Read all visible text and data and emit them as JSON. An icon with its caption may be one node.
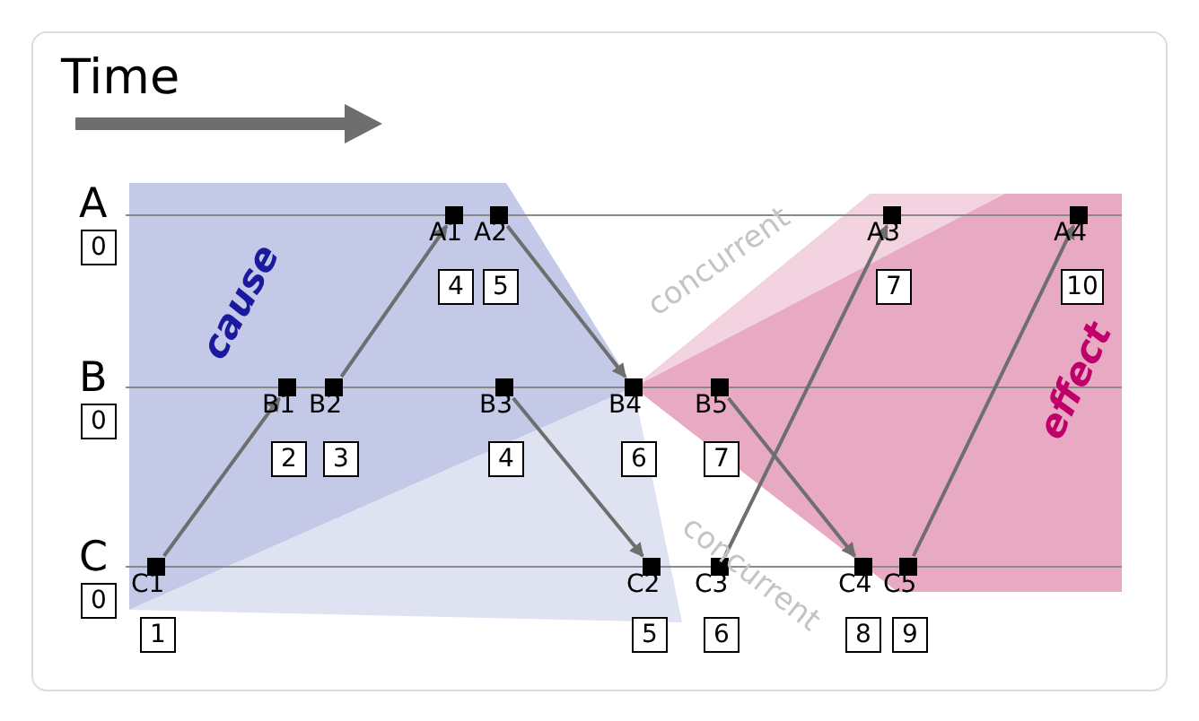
{
  "diagram": {
    "nodes": [
      {
        "text": [
          "0"
        ]
      },
      {
        "text": [
          "0"
        ]
      },
      {
        "text": [
          "0"
        ]
      },
      {
        "text": [],
        "shape": "box",
        "beside": [
          "A1"
        ]
      },
      {
        "text": [],
        "shape": "box",
        "beside": [
          "A2"
        ]
      },
      {
        "text": [],
        "shape": "box",
        "beside": [
          "A3"
        ]
      },
      {
        "text": [],
        "shape": "box",
        "beside": [
          "A4"
        ]
      },
      {
        "text": [],
        "shape": "box",
        "beside": [
          "B1"
        ]
      },
      {
        "text": [],
        "shape": "box",
        "beside": [
          "B2"
        ]
      },
      {
        "text": [],
        "shape": "box",
        "beside": [
          "B3"
        ]
      },
      {
        "text": [],
        "shape": "box",
        "beside": [
          "B4"
        ]
      },
      {
        "text": [],
        "shape": "box",
        "beside": [
          "B5"
        ]
      },
      {
        "text": [],
        "shape": "box",
        "beside": [
          "C1"
        ]
      },
      {
        "text": [],
        "shape": "box",
        "beside": [
          "C2"
        ]
      },
      {
        "text": [],
        "shape": "box",
        "beside": [
          "C3"
        ]
      },
      {
        "text": [],
        "shape": "box",
        "beside": [
          "C4"
        ]
      },
      {
        "text": [],
        "shape": "box",
        "beside": [
          "C5"
        ]
      },
      {
        "text": [
          "4"
        ]
      },
      {
        "text": [
          "5"
        ]
      },
      {
        "text": [
          "7"
        ]
      },
      {
        "text": [
          "10"
        ]
      },
      {
        "text": [
          "2"
        ]
      },
      {
        "text": [
          "3"
        ]
      },
      {
        "text": [
          "4"
        ]
      },
      {
        "text": [
          "6"
        ]
      },
      {
        "text": [
          "7"
        ]
      },
      {
        "text": [
          "1"
        ]
      },
      {
        "text": [
          "5"
        ]
      },
      {
        "text": [
          "6"
        ]
      },
      {
        "text": [
          "8"
        ]
      },
      {
        "text": [
          "9"
        ]
      }
    ],
    "edges": [
      {
        "from": 12,
        "to": 7,
        "arrow": "to"
      },
      {
        "from": 8,
        "to": 3,
        "arrow": "to"
      },
      {
        "from": 4,
        "to": 10,
        "arrow": "to"
      },
      {
        "from": 9,
        "to": 13,
        "arrow": "to"
      },
      {
        "from": 14,
        "to": 5,
        "arrow": "to"
      },
      {
        "from": 11,
        "to": 15,
        "arrow": "to"
      },
      {
        "from": 16,
        "to": 6,
        "arrow": "to"
      }
    ],
    "labels": [
      "Time",
      "A",
      "B",
      "C",
      "cause",
      "concurrent",
      "concurrent",
      "effect"
    ]
  }
}
